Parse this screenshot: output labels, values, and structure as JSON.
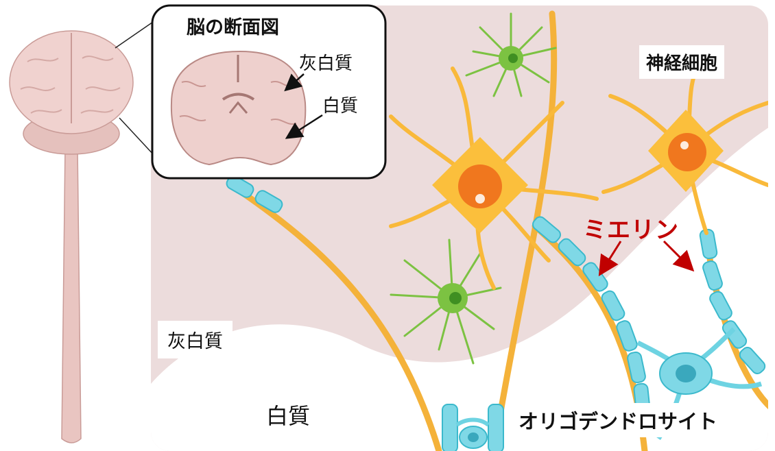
{
  "callout": {
    "title": "脳の断面図",
    "gray_matter": "灰白質",
    "white_matter": "白質"
  },
  "labels": {
    "neuron": "神経細胞",
    "myelin": "ミエリン",
    "gray_matter": "灰白質",
    "white_matter": "白質",
    "oligodendrocyte": "オリゴデンドロサイト"
  },
  "colors": {
    "gray_matter_bg": "#ecdcdc",
    "neuron": "#fbbf3c",
    "nucleus": "#f0771e",
    "myelin": "#7fd8e6",
    "astrocyte": "#7cc242",
    "accent_red": "#c00000"
  },
  "icons": {
    "brain_spinal_cord": "brain-and-spinal-cord-icon",
    "brain_section": "brain-cross-section-icon"
  }
}
